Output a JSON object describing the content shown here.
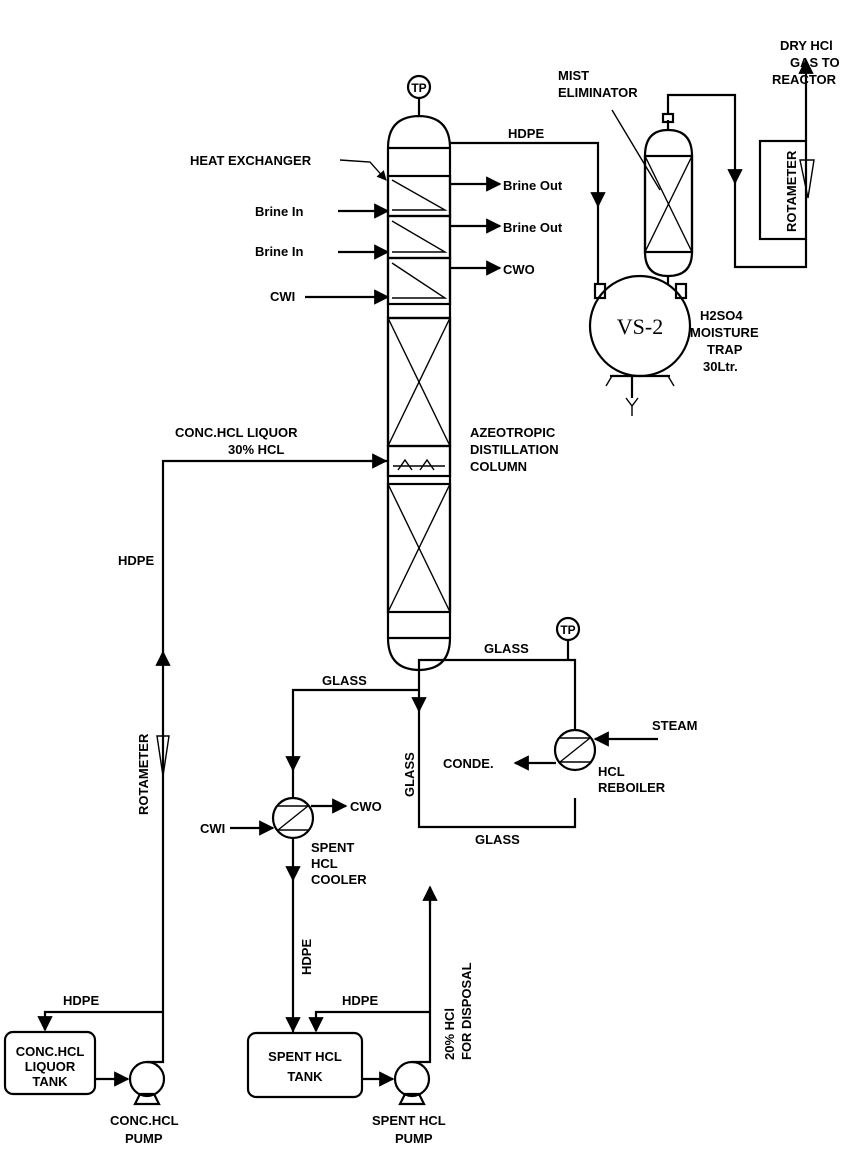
{
  "labels": {
    "heat_exchanger": "HEAT EXCHANGER",
    "brine_in_1": "Brine In",
    "brine_in_2": "Brine In",
    "brine_out_1": "Brine Out",
    "brine_out_2": "Brine Out",
    "cwi_top": "CWI",
    "cwo_top": "CWO",
    "hdpe_top": "HDPE",
    "mist_1": "MIST",
    "mist_2": "ELIMINATOR",
    "dry_1": "DRY HCl",
    "dry_2": "GAS TO",
    "dry_3": "REACTOR",
    "rotameter_top": "ROTAMETER",
    "vs2": "VS-2",
    "trap_1": "H2SO4",
    "trap_2": "MOISTURE",
    "trap_3": "TRAP",
    "trap_4": "30Ltr.",
    "conc_liquor_1": "CONC.HCL LIQUOR",
    "conc_liquor_2": "30% HCL",
    "azeo_1": "AZEOTROPIC",
    "azeo_2": "DISTILLATION",
    "azeo_3": "COLUMN",
    "hdpe_left": "HDPE",
    "tp_top": "TP",
    "tp_reboiler": "TP",
    "glass_top": "GLASS",
    "glass_left": "GLASS",
    "glass_side": "GLASS",
    "glass_bottom": "GLASS",
    "steam": "STEAM",
    "conde": "CONDE.",
    "reboiler_1": "HCL",
    "reboiler_2": "REBOILER",
    "rotameter_left": "ROTAMETER",
    "cwi_cooler": "CWI",
    "cwo_cooler": "CWO",
    "cooler_1": "SPENT",
    "cooler_2": "HCL",
    "cooler_3": "COOLER",
    "hdpe_down": "HDPE",
    "hdpe_bottom_left": "HDPE",
    "hdpe_bottom_mid": "HDPE",
    "disposal_1": "20% HCl",
    "disposal_2": "FOR DISPOSAL",
    "conc_tank_1": "CONC.HCL",
    "conc_tank_2": "LIQUOR",
    "conc_tank_3": "TANK",
    "spent_tank_1": "SPENT HCL",
    "spent_tank_2": "TANK",
    "conc_pump_1": "CONC.HCL",
    "conc_pump_2": "PUMP",
    "spent_pump_1": "SPENT HCL",
    "spent_pump_2": "PUMP"
  }
}
